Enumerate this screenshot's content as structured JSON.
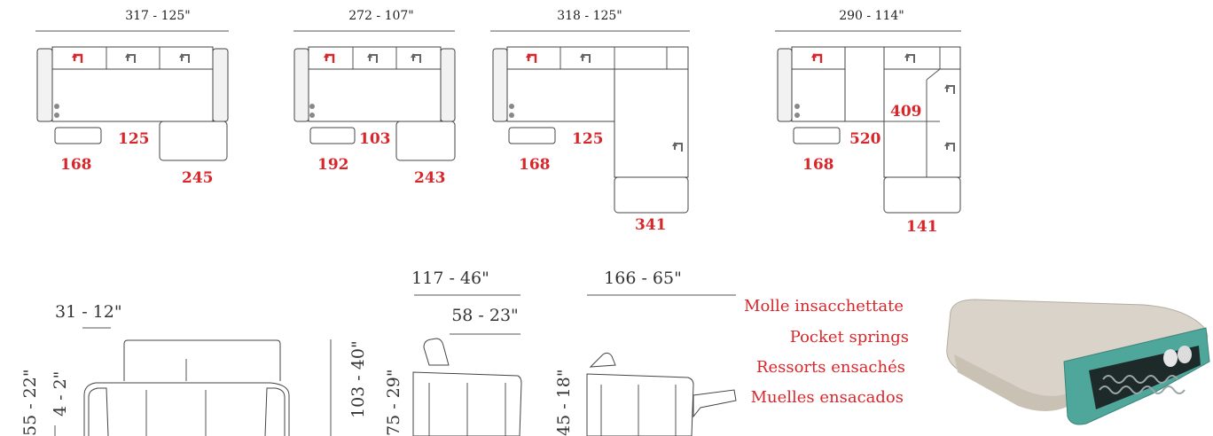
{
  "top_plans": [
    {
      "dimension": "317 - 125\"",
      "labels": [
        "125",
        "168",
        "245"
      ]
    },
    {
      "dimension": "272 - 107\"",
      "labels": [
        "103",
        "192",
        "243"
      ]
    },
    {
      "dimension": "318 - 125\"",
      "labels": [
        "125",
        "168",
        "341"
      ]
    },
    {
      "dimension": "290 - 114\"",
      "labels": [
        "520",
        "409",
        "168",
        "141"
      ]
    }
  ],
  "side_views": {
    "arm_width": "31 - 12\"",
    "front_height_a": "55 - 22\"",
    "front_height_b": "4 - 2\"",
    "total_height": "103 - 40\"",
    "seat_height": "75 - 29\"",
    "depth": "117 - 46\"",
    "seat_depth": "58 - 23\"",
    "extended_depth": "166 - 65\"",
    "relax_height": "45 - 18\""
  },
  "mattress_labels": [
    "Molle insacchettate",
    "Pocket springs",
    "Ressorts ensachés",
    "Muelles ensacados"
  ],
  "colors": {
    "accent": "#d9262a",
    "line": "#444444",
    "cushion_top": "#d9d3c9",
    "foam_teal": "#4fa79b"
  },
  "icons": [
    "recliner-arrow-icon-red",
    "recliner-arrow-icon-grey"
  ]
}
